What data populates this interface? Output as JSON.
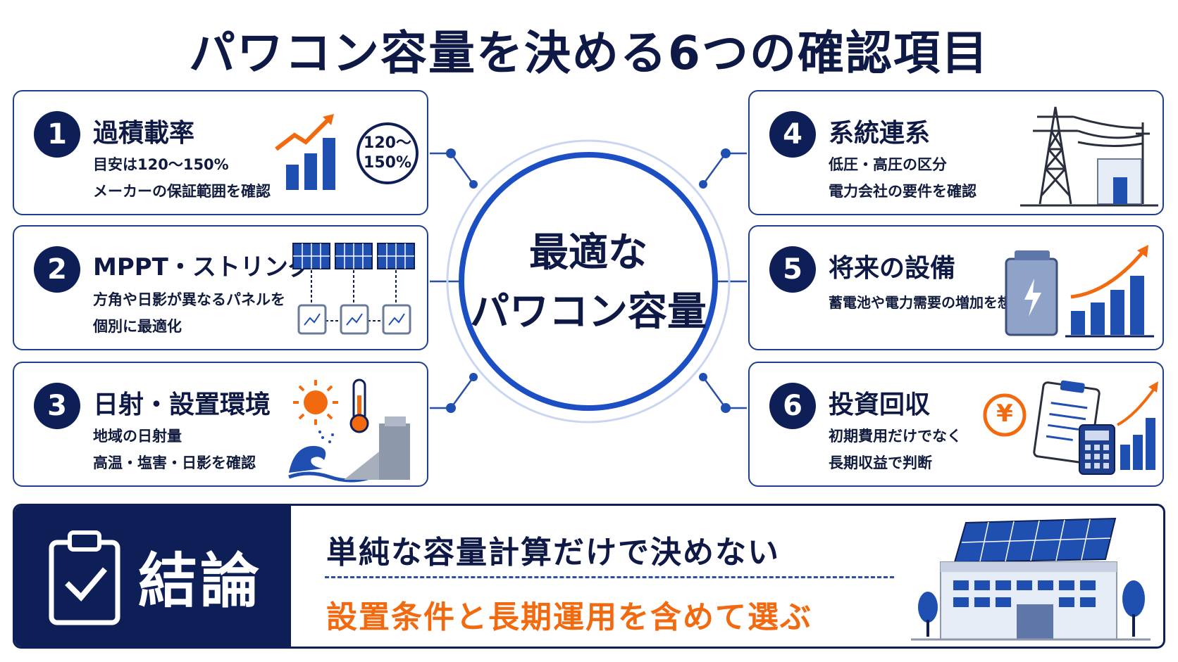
{
  "title": "パワコン容量を決める6つの確認項目",
  "center": {
    "line1": "最適な",
    "line2": "パワコン容量"
  },
  "items": [
    {
      "num": "1",
      "title": "過積載率",
      "line1": "目安は120〜150%",
      "line2": "メーカーの保証範囲を確認",
      "badge_top": "120〜",
      "badge_bottom": "150%"
    },
    {
      "num": "2",
      "title": "MPPT・ストリング",
      "line1": "方角や日影が異なるパネルを",
      "line2": "個別に最適化"
    },
    {
      "num": "3",
      "title": "日射・設置環境",
      "line1": "地域の日射量",
      "line2": "高温・塩害・日影を確認"
    },
    {
      "num": "4",
      "title": "系統連系",
      "line1": "低圧・高圧の区分",
      "line2": "電力会社の要件を確認"
    },
    {
      "num": "5",
      "title": "将来の設備",
      "line1": "蓄電池や電力需要の増加を想定",
      "line2": ""
    },
    {
      "num": "6",
      "title": "投資回収",
      "line1": "初期費用だけでなく",
      "line2": "長期収益で判断",
      "yen": "¥"
    }
  ],
  "conclusion": {
    "label": "結論",
    "line1": "単純な容量計算だけで決めない",
    "line2": "設置条件と長期運用を含めて選ぶ"
  },
  "colors": {
    "navy": "#0e1f57",
    "blue": "#1f4fb0",
    "orange": "#f26a10"
  }
}
